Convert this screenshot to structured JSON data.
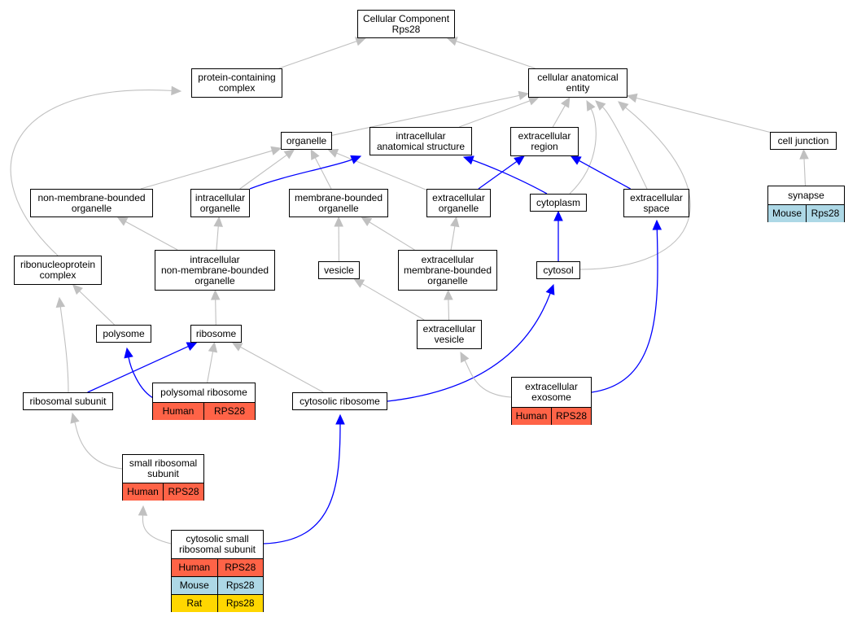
{
  "species_colors": {
    "Human": "#ff6347",
    "Mouse": "#add8e6",
    "Rat": "#ffd700"
  },
  "edge_colors": {
    "is_a": "#c0c0c0",
    "part_of": "#0000ff"
  },
  "nodes": {
    "root": {
      "label": "Cellular Component\nRps28"
    },
    "pcc": {
      "label": "protein-containing\ncomplex"
    },
    "cae": {
      "label": "cellular anatomical\nentity"
    },
    "organelle": {
      "label": "organelle"
    },
    "ias": {
      "label": "intracellular\nanatomical structure"
    },
    "ecregion": {
      "label": "extracellular\nregion"
    },
    "celljunction": {
      "label": "cell junction"
    },
    "nmbo": {
      "label": "non-membrane-bounded\norganelle"
    },
    "icorg": {
      "label": "intracellular\norganelle"
    },
    "mbo": {
      "label": "membrane-bounded\norganelle"
    },
    "ecorg": {
      "label": "extracellular\norganelle"
    },
    "cytoplasm": {
      "label": "cytoplasm"
    },
    "ecspace": {
      "label": "extracellular\nspace"
    },
    "synapse": {
      "label": "synapse",
      "rows": [
        [
          "Mouse",
          "Rps28"
        ]
      ]
    },
    "rnp": {
      "label": "ribonucleoprotein\ncomplex"
    },
    "icnmbo": {
      "label": "intracellular\nnon-membrane-bounded\norganelle"
    },
    "vesicle": {
      "label": "vesicle"
    },
    "ecmbo": {
      "label": "extracellular\nmembrane-bounded\norganelle"
    },
    "cytosol": {
      "label": "cytosol"
    },
    "polysome": {
      "label": "polysome"
    },
    "ribosome": {
      "label": "ribosome"
    },
    "ecvesicle": {
      "label": "extracellular\nvesicle"
    },
    "ribsub": {
      "label": "ribosomal subunit"
    },
    "polyrib": {
      "label": "polysomal ribosome",
      "rows": [
        [
          "Human",
          "RPS28"
        ]
      ]
    },
    "cytorib": {
      "label": "cytosolic ribosome"
    },
    "exosome": {
      "label": "extracellular\nexosome",
      "rows": [
        [
          "Human",
          "RPS28"
        ]
      ]
    },
    "smallsub": {
      "label": "small ribosomal\nsubunit",
      "rows": [
        [
          "Human",
          "RPS28"
        ]
      ]
    },
    "cytosmall": {
      "label": "cytosolic small\nribosomal subunit",
      "rows": [
        [
          "Human",
          "RPS28"
        ],
        [
          "Mouse",
          "Rps28"
        ],
        [
          "Rat",
          "Rps28"
        ]
      ]
    }
  },
  "edges": [
    {
      "from": "pcc",
      "to": "root",
      "type": "is_a"
    },
    {
      "from": "cae",
      "to": "root",
      "type": "is_a"
    },
    {
      "from": "organelle",
      "to": "cae",
      "type": "is_a"
    },
    {
      "from": "ias",
      "to": "cae",
      "type": "is_a"
    },
    {
      "from": "ecregion",
      "to": "cae",
      "type": "is_a"
    },
    {
      "from": "celljunction",
      "to": "cae",
      "type": "is_a"
    },
    {
      "from": "cytoplasm",
      "to": "cae",
      "type": "is_a"
    },
    {
      "from": "ecspace",
      "to": "cae",
      "type": "is_a"
    },
    {
      "from": "cytosol",
      "to": "cae",
      "type": "is_a"
    },
    {
      "from": "nmbo",
      "to": "organelle",
      "type": "is_a"
    },
    {
      "from": "icorg",
      "to": "organelle",
      "type": "is_a"
    },
    {
      "from": "mbo",
      "to": "organelle",
      "type": "is_a"
    },
    {
      "from": "ecorg",
      "to": "organelle",
      "type": "is_a"
    },
    {
      "from": "icorg",
      "to": "ias",
      "type": "part_of"
    },
    {
      "from": "cytoplasm",
      "to": "ias",
      "type": "part_of"
    },
    {
      "from": "ecorg",
      "to": "ecregion",
      "type": "part_of"
    },
    {
      "from": "ecspace",
      "to": "ecregion",
      "type": "part_of"
    },
    {
      "from": "synapse",
      "to": "celljunction",
      "type": "is_a"
    },
    {
      "from": "rnp",
      "to": "pcc",
      "type": "is_a"
    },
    {
      "from": "icnmbo",
      "to": "nmbo",
      "type": "is_a"
    },
    {
      "from": "icnmbo",
      "to": "icorg",
      "type": "is_a"
    },
    {
      "from": "vesicle",
      "to": "mbo",
      "type": "is_a"
    },
    {
      "from": "ecmbo",
      "to": "mbo",
      "type": "is_a"
    },
    {
      "from": "ecmbo",
      "to": "ecorg",
      "type": "is_a"
    },
    {
      "from": "cytosol",
      "to": "cytoplasm",
      "type": "part_of"
    },
    {
      "from": "polysome",
      "to": "rnp",
      "type": "is_a"
    },
    {
      "from": "ribosome",
      "to": "icnmbo",
      "type": "is_a"
    },
    {
      "from": "ecvesicle",
      "to": "vesicle",
      "type": "is_a"
    },
    {
      "from": "ecvesicle",
      "to": "ecmbo",
      "type": "is_a"
    },
    {
      "from": "ribsub",
      "to": "rnp",
      "type": "is_a"
    },
    {
      "from": "ribsub",
      "to": "ribosome",
      "type": "part_of"
    },
    {
      "from": "polyrib",
      "to": "polysome",
      "type": "part_of"
    },
    {
      "from": "polyrib",
      "to": "ribosome",
      "type": "is_a"
    },
    {
      "from": "cytorib",
      "to": "ribosome",
      "type": "is_a"
    },
    {
      "from": "cytorib",
      "to": "cytosol",
      "type": "part_of"
    },
    {
      "from": "exosome",
      "to": "ecvesicle",
      "type": "is_a"
    },
    {
      "from": "exosome",
      "to": "ecspace",
      "type": "part_of"
    },
    {
      "from": "smallsub",
      "to": "ribsub",
      "type": "is_a"
    },
    {
      "from": "cytosmall",
      "to": "smallsub",
      "type": "is_a"
    },
    {
      "from": "cytosmall",
      "to": "cytorib",
      "type": "part_of"
    }
  ]
}
